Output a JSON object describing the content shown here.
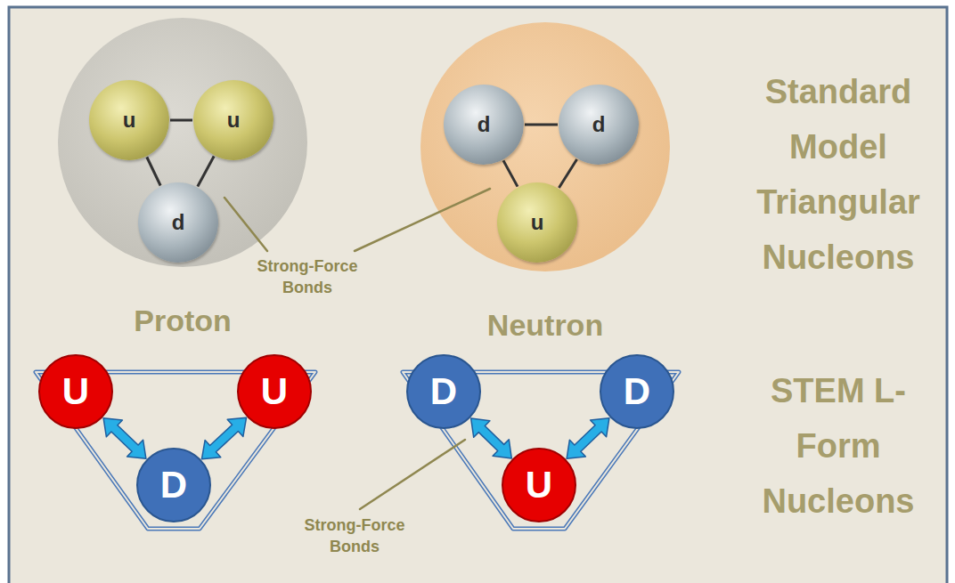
{
  "diagram": {
    "nodes": [
      {
        "text": [
          "Proton"
        ]
      },
      {
        "text": [
          "u"
        ],
        "in": 0
      },
      {
        "text": [
          "u"
        ],
        "in": 0
      },
      {
        "text": [
          "d"
        ],
        "in": 0
      },
      {
        "text": [
          "Neutron"
        ]
      },
      {
        "text": [
          "d"
        ],
        "in": 4
      },
      {
        "text": [
          "d"
        ],
        "in": 4
      },
      {
        "text": [
          "u"
        ],
        "in": 4
      },
      {
        "text": [
          "U"
        ]
      },
      {
        "text": [
          "U"
        ]
      },
      {
        "text": [
          "D"
        ]
      },
      {
        "text": [
          "D"
        ]
      },
      {
        "text": [
          "D"
        ]
      },
      {
        "text": [
          "U"
        ]
      }
    ],
    "edges": [
      {
        "from": 1,
        "to": 2,
        "arrow": "none"
      },
      {
        "from": 1,
        "to": 3,
        "arrow": "none"
      },
      {
        "from": 2,
        "to": 3,
        "arrow": "none"
      },
      {
        "from": 5,
        "to": 6,
        "arrow": "none"
      },
      {
        "from": 5,
        "to": 7,
        "arrow": "none"
      },
      {
        "from": 6,
        "to": 7,
        "arrow": "none"
      },
      {
        "from": 8,
        "to": 10,
        "arrow": "both"
      },
      {
        "from": 9,
        "to": 10,
        "arrow": "both"
      },
      {
        "from": 11,
        "to": 13,
        "arrow": "both"
      },
      {
        "from": 12,
        "to": 13,
        "arrow": "both"
      }
    ],
    "labels": [
      "Strong-Force Bonds",
      "Strong-Force Bonds",
      "Standard Model Triangular Nucleons",
      "STEM L-Form Nucleons"
    ]
  }
}
